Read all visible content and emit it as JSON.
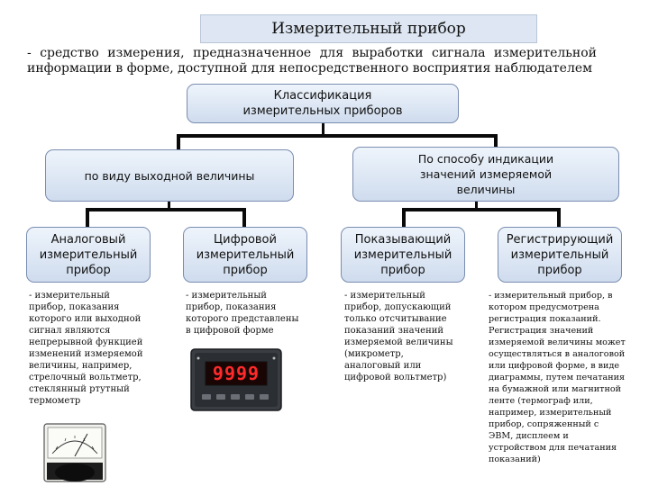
{
  "title": "Измерительный прибор",
  "definition": "- средство измерения, предназначенное для выработки сигнала измерительной информации в форме, доступной для непосредственного восприятия наблюдателем",
  "root": {
    "line1": "Классификация",
    "line2": "измерительных приборов"
  },
  "categories": [
    {
      "text": "по виду выходной величины"
    },
    {
      "lines": [
        "По способу индикации",
        "значений измеряемой",
        "величины"
      ]
    }
  ],
  "types": [
    {
      "lines": [
        "Аналоговый",
        "измерительный",
        "прибор"
      ],
      "desc": [
        "- измерительный",
        "прибор, показания",
        "которого или выходной",
        "сигнал являются",
        "непрерывной функцией",
        "изменений измеряемой",
        "величины, например,",
        "стрелочный вольтметр,",
        "стеклянный ртутный",
        "термометр"
      ]
    },
    {
      "lines": [
        "Цифровой",
        "измерительный",
        "прибор"
      ],
      "desc": [
        "- измерительный",
        "прибор, показания",
        "которого представлены",
        "в цифровой форме"
      ]
    },
    {
      "lines": [
        "Показывающий",
        "измерительный",
        "прибор"
      ],
      "desc": [
        "- измерительный",
        "прибор, допускающий",
        "только отсчитывание",
        "показаний значений",
        "измеряемой величины",
        "(микрометр,",
        "аналоговый или",
        "цифровой вольтметр)"
      ]
    },
    {
      "lines": [
        "Регистрирующий",
        "измерительный",
        "прибор"
      ],
      "desc": [
        "- измерительный прибор, в",
        "котором предусмотрена",
        "регистрация показаний.",
        "Регистрация значений",
        "измеряемой величины может",
        "осуществляться в аналоговой",
        "или цифровой форме, в виде",
        "диаграммы, путем печатания",
        "на бумажной или магнитной",
        "ленте (термограф или,",
        "например, измерительный",
        "прибор, сопряженный с",
        "ЭВМ, дисплеем и",
        "устройством для печатания",
        "показаний)"
      ]
    }
  ],
  "digital_display": "9999",
  "colors": {
    "box_top": "#eef4fb",
    "box_bottom": "#cfdcee",
    "border": "#7a8db0",
    "title_bg": "#dde6f2"
  }
}
